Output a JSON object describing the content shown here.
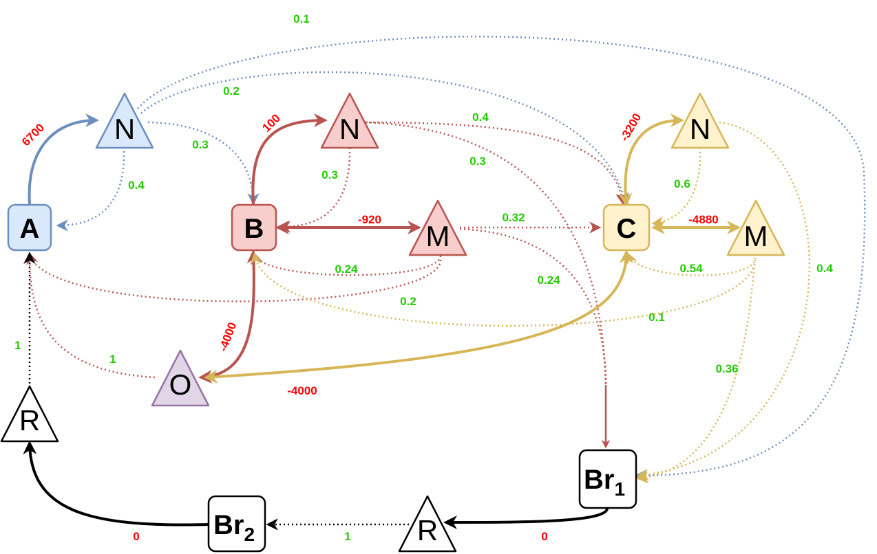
{
  "colors": {
    "blue_stroke": "#6c8ebf",
    "blue_fill": "#dae8fc",
    "red_stroke": "#b85450",
    "red_fill": "#f8cecc",
    "yellow_stroke": "#d6b656",
    "yellow_fill": "#fff2cc",
    "purple_stroke": "#9673a6",
    "purple_fill": "#e1d5e7",
    "black": "#000000",
    "white": "#ffffff",
    "label_green": "#22cc00",
    "label_red": "#ff0000"
  },
  "nodes": {
    "A": {
      "label": "A"
    },
    "B": {
      "label": "B"
    },
    "C": {
      "label": "C"
    },
    "N_blue": {
      "label": "N"
    },
    "N_red": {
      "label": "N"
    },
    "M_red": {
      "label": "M"
    },
    "N_yellow": {
      "label": "N"
    },
    "M_yellow": {
      "label": "M"
    },
    "O": {
      "label": "O"
    },
    "R_left": {
      "label": "R"
    },
    "R_bottom": {
      "label": "R"
    },
    "Br1": {
      "label": "Br",
      "sub": "1"
    },
    "Br2": {
      "label": "Br",
      "sub": "2"
    }
  },
  "edge_labels": {
    "A_to_N_blue": "6700",
    "N_blue_to_A": "0.4",
    "N_blue_to_B": "0.3",
    "N_blue_to_C": "0.2",
    "N_blue_to_Br1": "0.1",
    "B_to_N_red": "100",
    "N_red_to_B": "0.3",
    "N_red_to_C": "0.4",
    "N_red_to_Br1": "0.3",
    "B_M_red": "-920",
    "M_red_to_C": "0.32",
    "M_red_to_Br1": "0.24",
    "M_red_to_B": "0.24",
    "M_red_to_A": "0.2",
    "B_O": "-4000",
    "O_to_A": "1",
    "C_to_N_yellow": "-3200",
    "N_yellow_to_C": "0.6",
    "N_yellow_to_Br1": "0.4",
    "C_M_yellow": "-4880",
    "M_yellow_to_C": "0.54",
    "M_yellow_to_B": "0.1",
    "M_yellow_to_Br1": "0.36",
    "C_O": "-4000",
    "R_left_to_A": "1",
    "Br2_to_R_left": "0",
    "R_bottom_to_Br2": "1",
    "Br1_to_R_bottom": "0"
  }
}
